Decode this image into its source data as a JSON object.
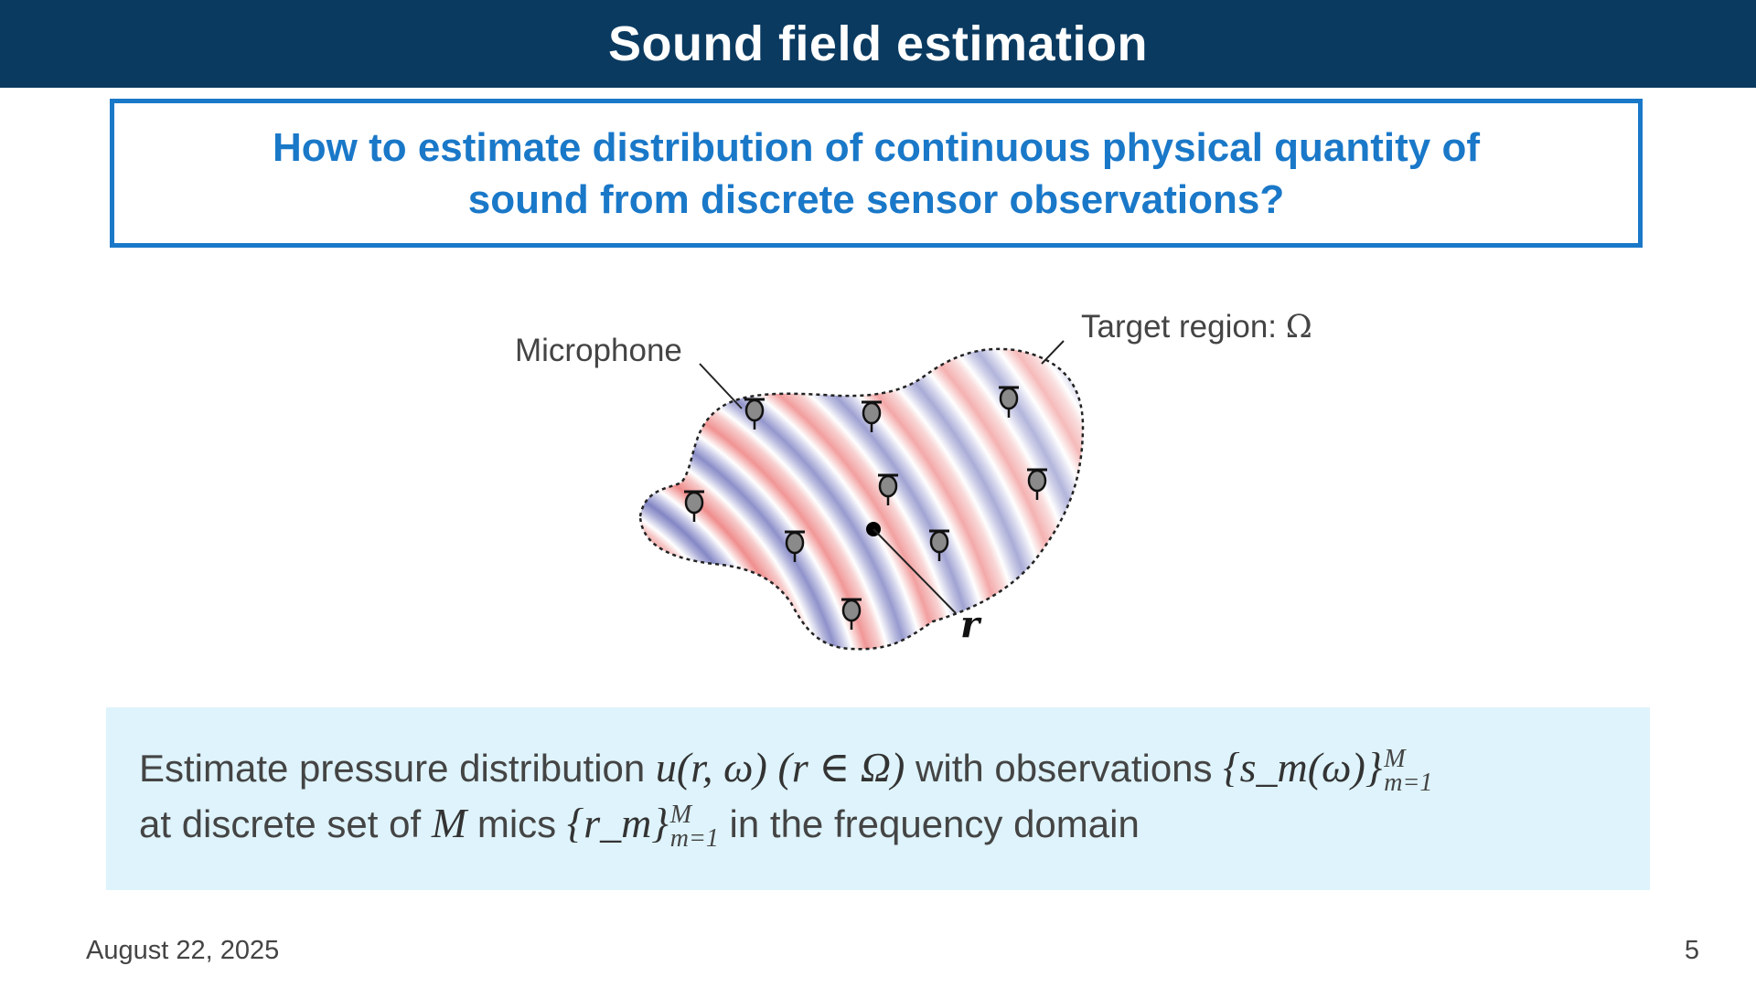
{
  "header": {
    "title": "Sound field estimation"
  },
  "question": {
    "line1": "How to estimate distribution of continuous physical quantity of",
    "line2": "sound from discrete sensor observations?"
  },
  "figure": {
    "microphone_label": "Microphone",
    "target_label": "Target region:",
    "target_symbol": "Ω",
    "point_label": "r",
    "colors": {
      "positive": "#ee8080",
      "negative": "#7a7ec0"
    }
  },
  "info": {
    "l1_a": "Estimate pressure distribution",
    "l1_m1": "u(r, ω)",
    "l1_m2": "(r ∈ Ω)",
    "l1_b": "with observations",
    "l1_m3": "{s_m(ω)}",
    "l1_sup": "M",
    "l1_sub": "m=1",
    "l2_a": "at discrete set of",
    "l2_m1": "M",
    "l2_b": "mics",
    "l2_m2": "{r_m}",
    "l2_sup": "M",
    "l2_sub": "m=1",
    "l2_c": "in the frequency domain"
  },
  "footer": {
    "date": "August 22, 2025",
    "page": "5"
  }
}
